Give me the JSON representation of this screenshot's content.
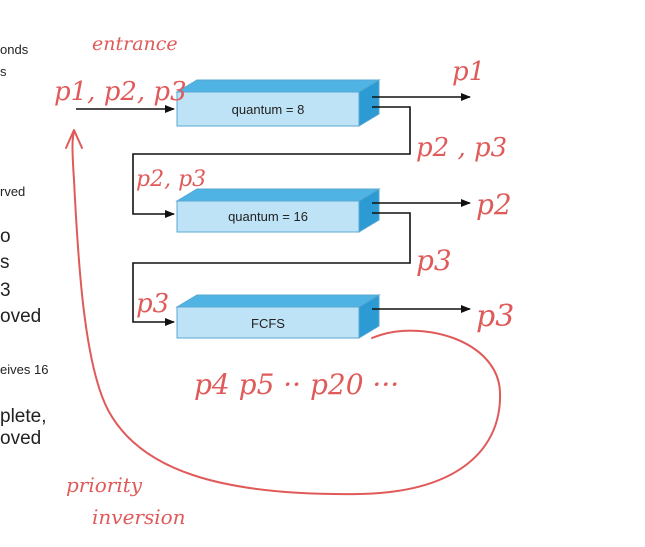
{
  "slide_fragment": {
    "lines": [
      "onds",
      "s",
      "rved",
      "o",
      "s",
      "3",
      "oved",
      "eives 16",
      "plete,",
      "oved"
    ]
  },
  "queues": [
    {
      "label": "quantum = 8"
    },
    {
      "label": "quantum = 16"
    },
    {
      "label": "FCFS"
    }
  ],
  "annotations": {
    "entrance": "entrance",
    "incoming": "p1, p2, p3",
    "out_q0": "p1",
    "demote_q0": "p2 , p3",
    "into_q1": "p2, p3",
    "out_q1": "p2",
    "demote_q1": "p3",
    "into_q2": "p3",
    "out_q2": "p3",
    "waiting": "p4  p5 ··  p20 ···",
    "priority": "priority",
    "inversion": "inversion"
  },
  "colors": {
    "ink": "#e05a5a",
    "box_fill": "#bfe3f6",
    "box_top": "#4fb3e3",
    "box_side": "#2c9bd3",
    "box_edge": "#5aa8d3",
    "arrow": "#111111"
  }
}
